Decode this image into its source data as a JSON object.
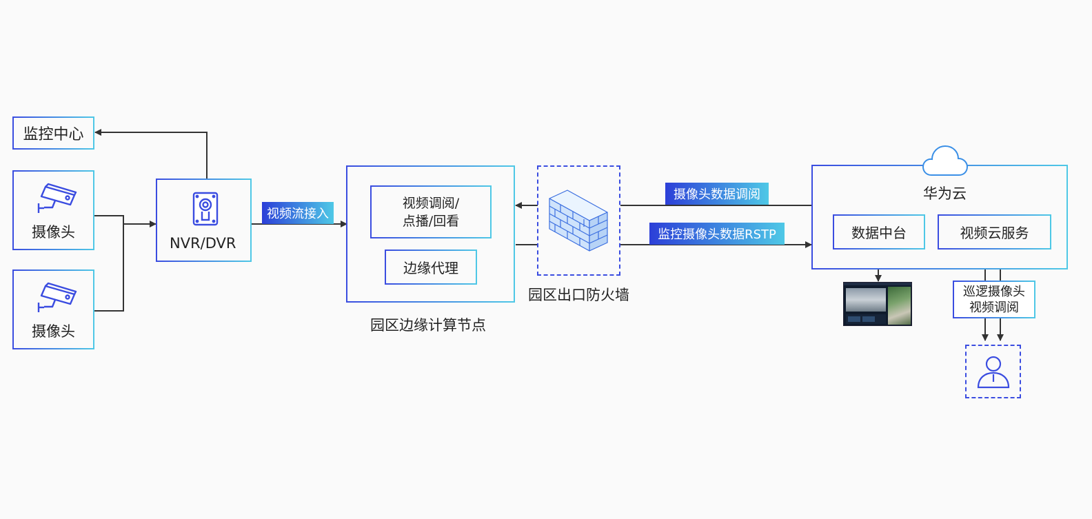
{
  "monitor_center": "监控中心",
  "camera_1": "摄像头",
  "camera_2": "摄像头",
  "nvr": "NVR/DVR",
  "tag_stream_in": "视频流接入",
  "edge_node": {
    "video_item": "视频调阅/\n点播/回看",
    "agent_item": "边缘代理",
    "caption": "园区边缘计算节点"
  },
  "firewall_caption": "园区出口防火墙",
  "tag_camera_view": "摄像头数据调阅",
  "tag_rtsp": "监控摄像头数据RSTP",
  "cloud": {
    "title": "华为云",
    "data_center": "数据中台",
    "video_service": "视频云服务",
    "patrol": "巡逻摄像头\n视频调阅"
  },
  "colors": {
    "accent_blue": "#3a4ce0",
    "accent_cyan": "#4ec8e6",
    "line": "#333333"
  }
}
